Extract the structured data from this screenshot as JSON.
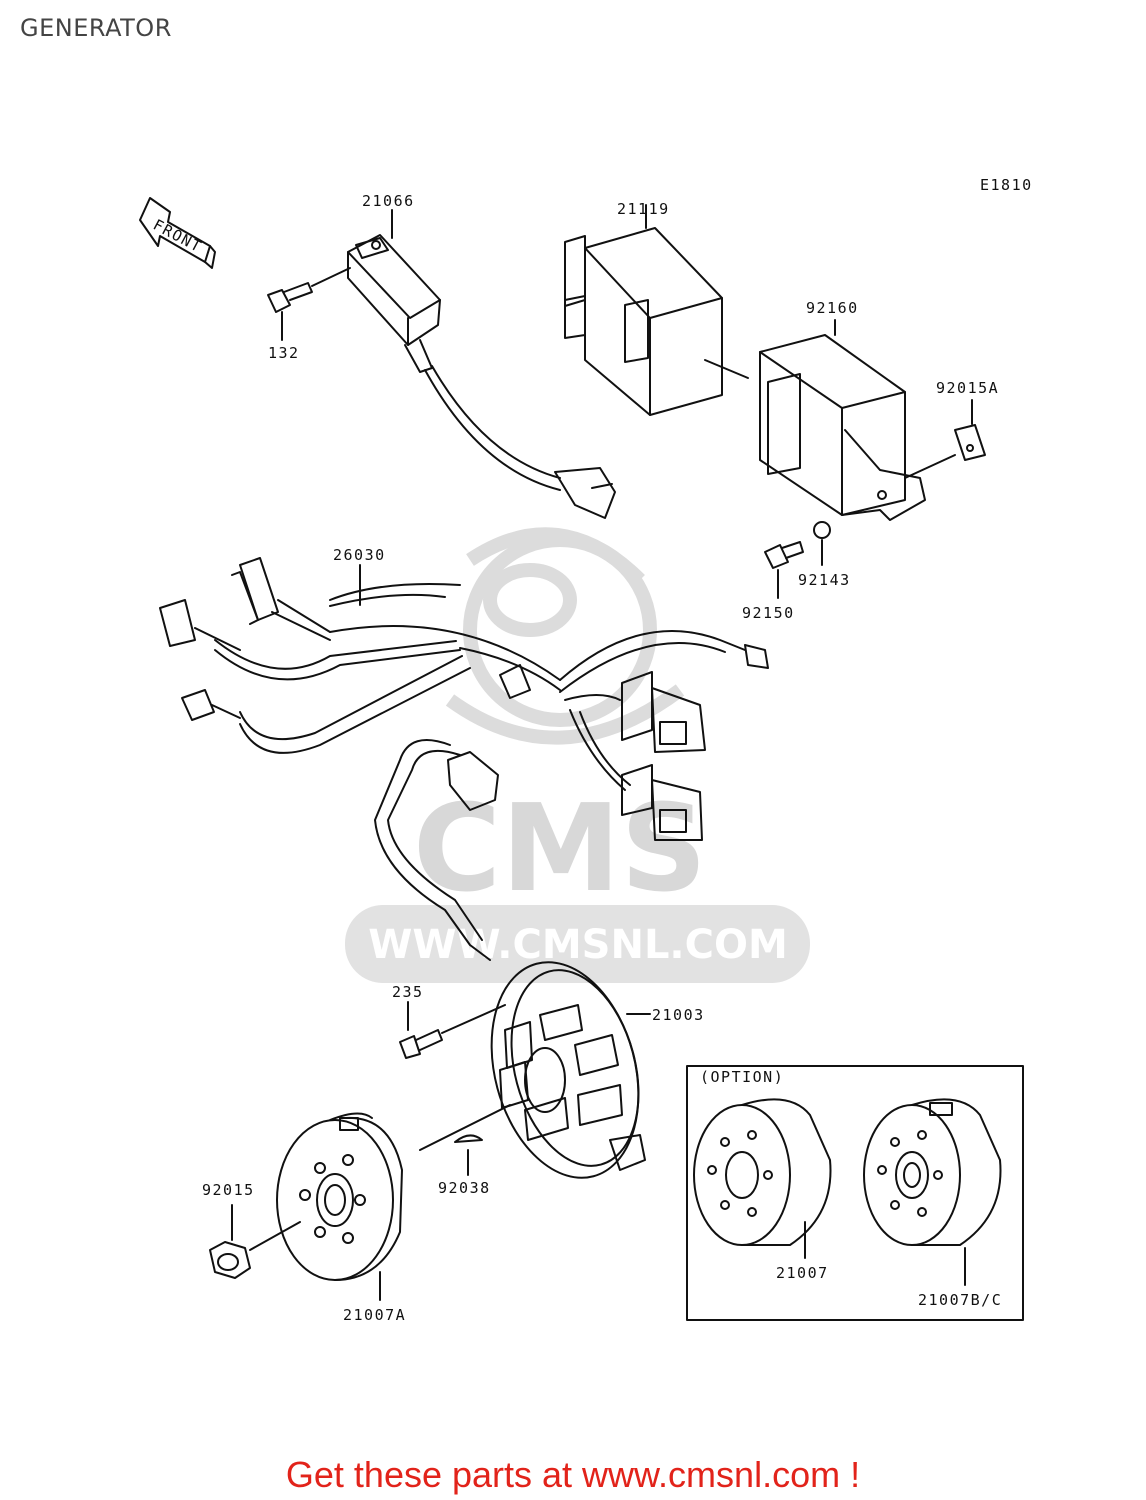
{
  "page": {
    "title": "GENERATOR"
  },
  "diagram": {
    "code": "E1810",
    "front_label": "FRONT",
    "option_label": "(OPTION)",
    "parts": {
      "p21066": "21066",
      "p21119": "21119",
      "p92160": "92160",
      "p92015A": "92015A",
      "p132": "132",
      "p92143": "92143",
      "p92150": "92150",
      "p26030": "26030",
      "p235": "235",
      "p21003": "21003",
      "p92038": "92038",
      "p92015": "92015",
      "p21007A": "21007A",
      "p21007": "21007",
      "p21007BC": "21007B/C"
    }
  },
  "watermark": {
    "brand": "CMS",
    "url": "WWW.CMSNL.COM"
  },
  "footer": {
    "text": "Get these parts at www.cmsnl.com !"
  },
  "colors": {
    "footer": "#e2231a",
    "line": "#111111",
    "watermark": "#d8d8d8"
  }
}
